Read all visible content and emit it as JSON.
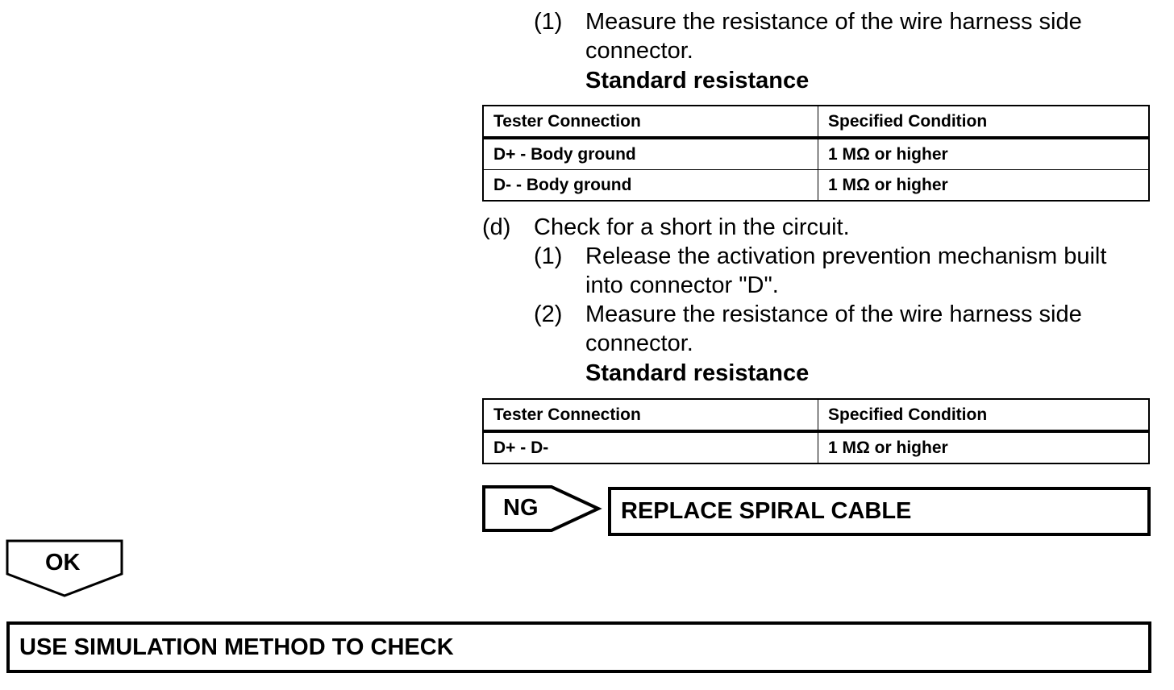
{
  "step_c": {
    "sub1": {
      "number": "(1)",
      "line1": "Measure the resistance of the wire harness side",
      "line2": "connector."
    },
    "standard_label": "Standard resistance",
    "table": {
      "headers": [
        "Tester Connection",
        "Specified Condition"
      ],
      "rows": [
        [
          "D+ - Body ground",
          "1 MΩ or higher"
        ],
        [
          "D- - Body ground",
          "1 MΩ or higher"
        ]
      ]
    }
  },
  "step_d": {
    "letter": "(d)",
    "text": "Check for a short in the circuit.",
    "sub1": {
      "number": "(1)",
      "line1": "Release the activation prevention mechanism built",
      "line2": "into connector \"D\"."
    },
    "sub2": {
      "number": "(2)",
      "line1": "Measure the resistance of the wire harness side",
      "line2": "connector."
    },
    "standard_label": "Standard resistance",
    "table": {
      "headers": [
        "Tester Connection",
        "Specified Condition"
      ],
      "rows": [
        [
          "D+ - D-",
          "1 MΩ or higher"
        ]
      ]
    }
  },
  "flow": {
    "ng_label": "NG",
    "ng_result": "REPLACE SPIRAL CABLE",
    "ok_label": "OK",
    "ok_result": "USE SIMULATION METHOD TO CHECK"
  }
}
